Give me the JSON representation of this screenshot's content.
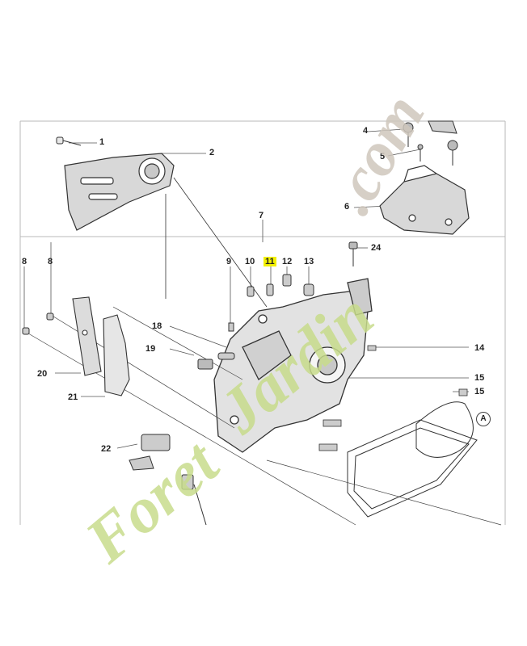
{
  "diagram": {
    "callouts": [
      {
        "id": "1",
        "text": "1"
      },
      {
        "id": "2",
        "text": "2"
      },
      {
        "id": "4",
        "text": "4"
      },
      {
        "id": "5",
        "text": "5"
      },
      {
        "id": "6",
        "text": "6"
      },
      {
        "id": "7",
        "text": "7"
      },
      {
        "id": "8a",
        "text": "8"
      },
      {
        "id": "8b",
        "text": "8"
      },
      {
        "id": "9",
        "text": "9"
      },
      {
        "id": "10",
        "text": "10"
      },
      {
        "id": "11",
        "text": "11"
      },
      {
        "id": "12",
        "text": "12"
      },
      {
        "id": "13",
        "text": "13"
      },
      {
        "id": "24",
        "text": "24"
      },
      {
        "id": "14",
        "text": "14"
      },
      {
        "id": "15a",
        "text": "15"
      },
      {
        "id": "15b",
        "text": "15"
      },
      {
        "id": "18",
        "text": "18"
      },
      {
        "id": "19",
        "text": "19"
      },
      {
        "id": "20",
        "text": "20"
      },
      {
        "id": "21",
        "text": "21"
      },
      {
        "id": "22",
        "text": "22"
      }
    ],
    "reference_marker": "A",
    "highlight_color": "#f2f000"
  },
  "watermark": {
    "part1": "Foret",
    "part2": "Jardin",
    "part3": ".com",
    "colors": {
      "green": "#c8dc8c",
      "orange": "#f5c48a",
      "gray": "#cfc7bd"
    }
  }
}
